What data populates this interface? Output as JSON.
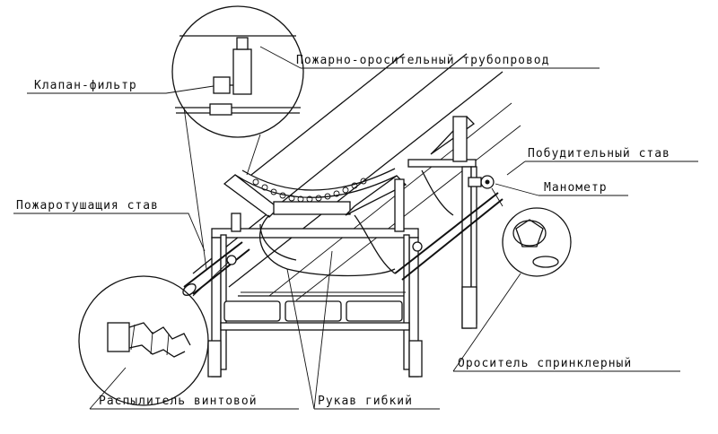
{
  "labels": {
    "pipeline": "Пожарно-оросительный трубопровод",
    "valve_filter": "Клапан-фильтр",
    "fire_frame": "Пожаротушащия став",
    "drive_frame": "Побудительный став",
    "manometer": "Манометр",
    "sprinkler": "Ороситель спринклерный",
    "screw_sprayer": "Распылитель винтовой",
    "hose": "Рукав гибкий"
  }
}
